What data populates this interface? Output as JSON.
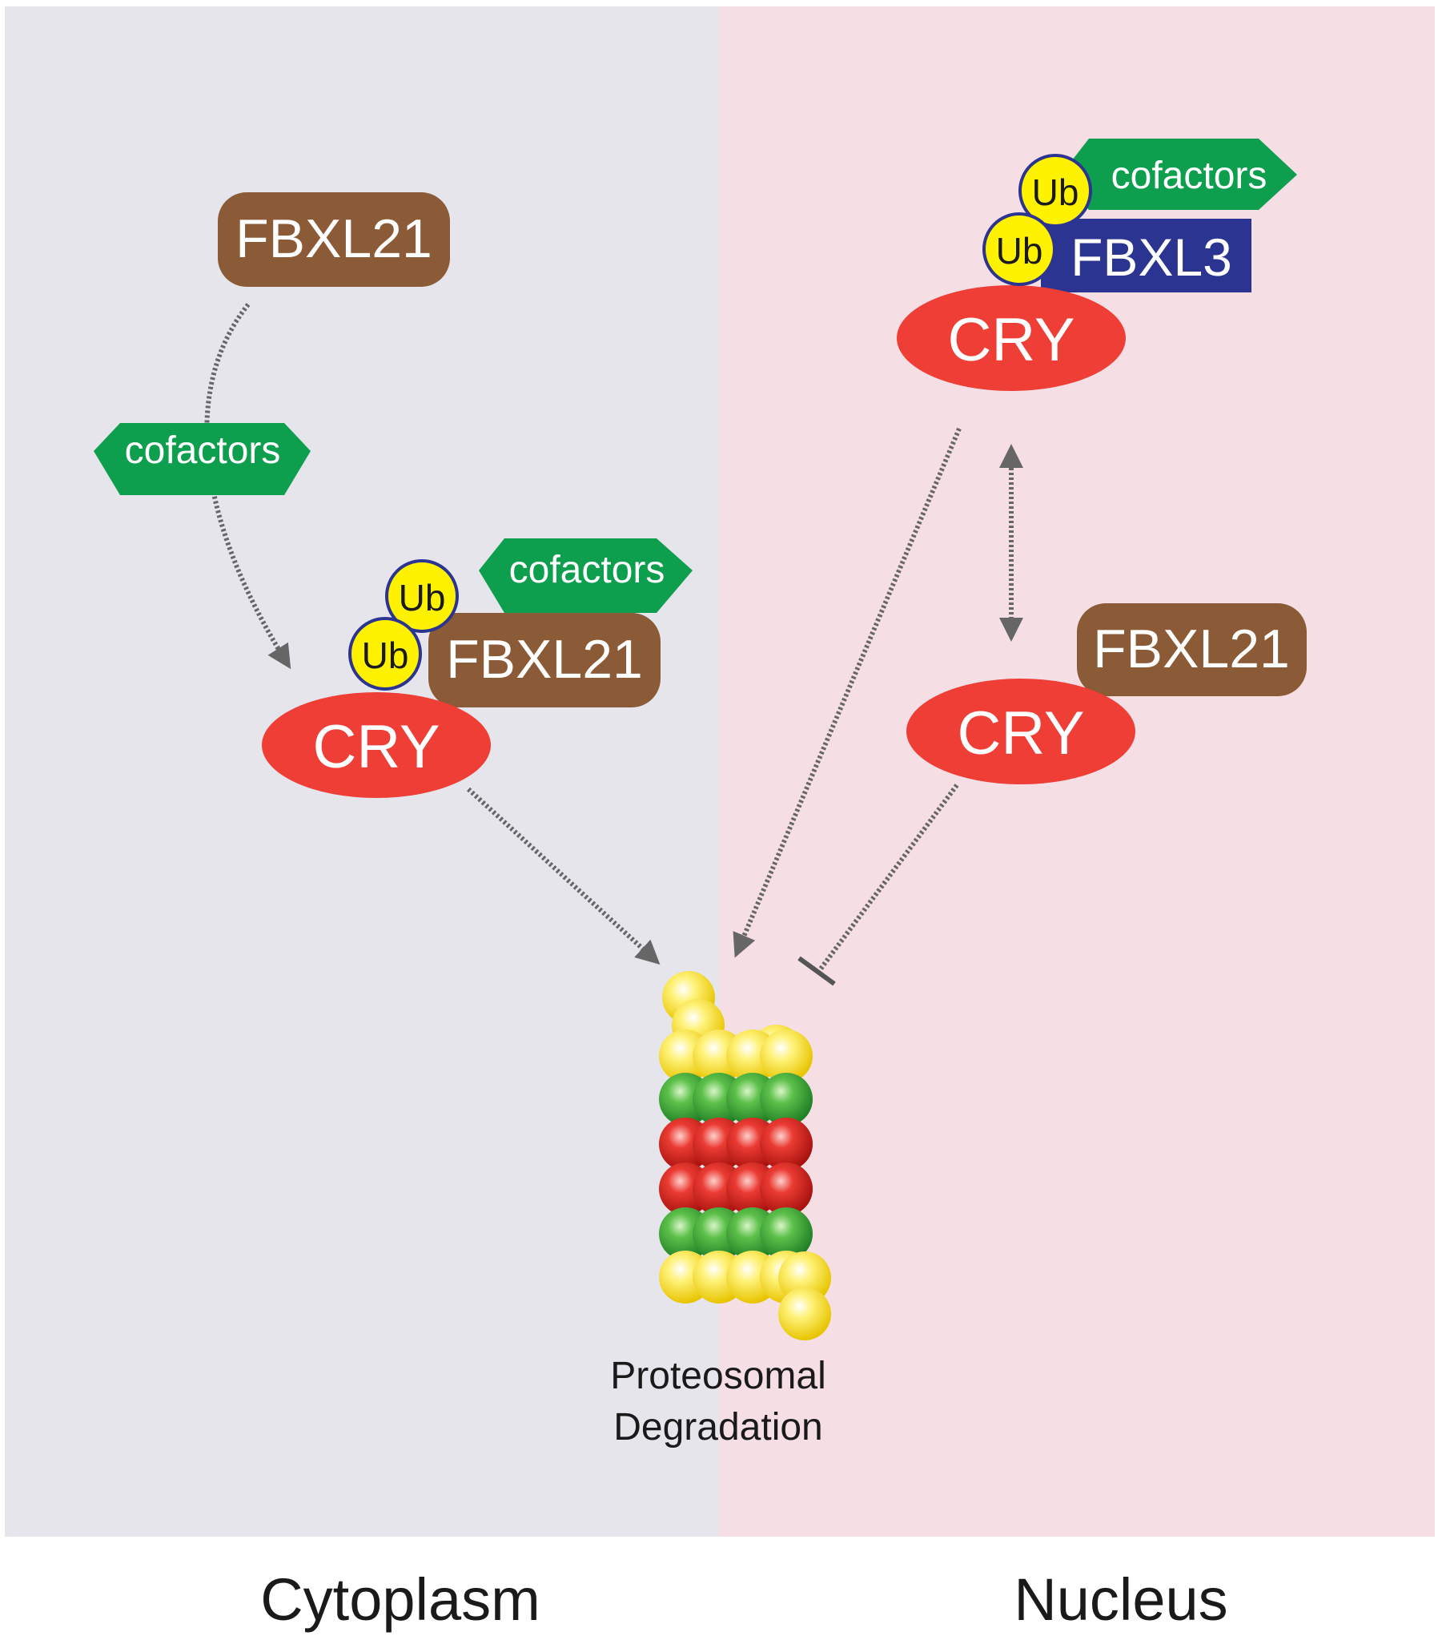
{
  "regions": {
    "cytoplasm_label": "Cytoplasm",
    "nucleus_label": "Nucleus"
  },
  "nodes": {
    "fbxl21_top": "FBXL21",
    "cofactors_left": "cofactors",
    "complex_left": {
      "cry": "CRY",
      "fbxl21": "FBXL21",
      "cofactors": "cofactors",
      "ub_1": "Ub",
      "ub_2": "Ub"
    },
    "complex_right_top": {
      "cry": "CRY",
      "fbxl3": "FBXL3",
      "cofactors": "cofactors",
      "ub_1": "Ub",
      "ub_2": "Ub"
    },
    "complex_right_bottom": {
      "cry": "CRY",
      "fbxl21": "FBXL21"
    },
    "proteasome_label_line1": "Proteosomal",
    "proteasome_label_line2": "Degradation"
  },
  "colors": {
    "cytoplasm_bg": "#e6e5ec",
    "nucleus_bg": "#f5dfe4",
    "cry_red": "#ee3e36",
    "fbxl21_brown": "#8b5a36",
    "fbxl3_blue": "#2b3490",
    "cofactors_green": "#0e9f4e",
    "ub_yellow": "#fff200",
    "ub_outline": "#2b3490",
    "arrow_gray": "#666666"
  }
}
